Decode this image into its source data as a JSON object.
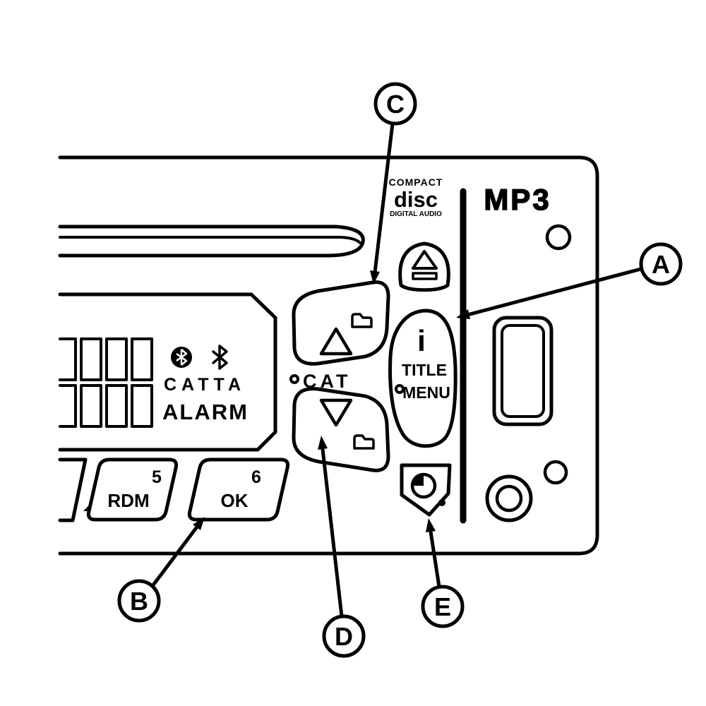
{
  "callouts": {
    "a": "A",
    "b": "B",
    "c": "C",
    "d": "D",
    "e": "E"
  },
  "panel": {
    "cd_logo": {
      "line1": "COMPACT",
      "line2": "disc",
      "line3": "DIGITAL AUDIO"
    },
    "mp3_logo": "MP3",
    "display": {
      "station_text": "CATTA",
      "alarm_text": "ALARM"
    },
    "preset5": {
      "number": "5",
      "label": "RDM"
    },
    "preset6": {
      "number": "6",
      "label": "OK"
    },
    "cat_label": "CAT",
    "title_menu": {
      "info": "i",
      "title": "TITLE",
      "menu": "MENU"
    }
  },
  "icons": {
    "bluetooth_circled": "bluetooth-circled-icon",
    "bluetooth": "bluetooth-icon",
    "eject": "eject-icon",
    "triangle_up": "triangle-up-icon",
    "triangle_down": "triangle-down-icon",
    "folder": "folder-icon",
    "clock": "clock-icon",
    "degree_marker": "°"
  },
  "colors": {
    "line": "#000000",
    "background": "#ffffff"
  }
}
